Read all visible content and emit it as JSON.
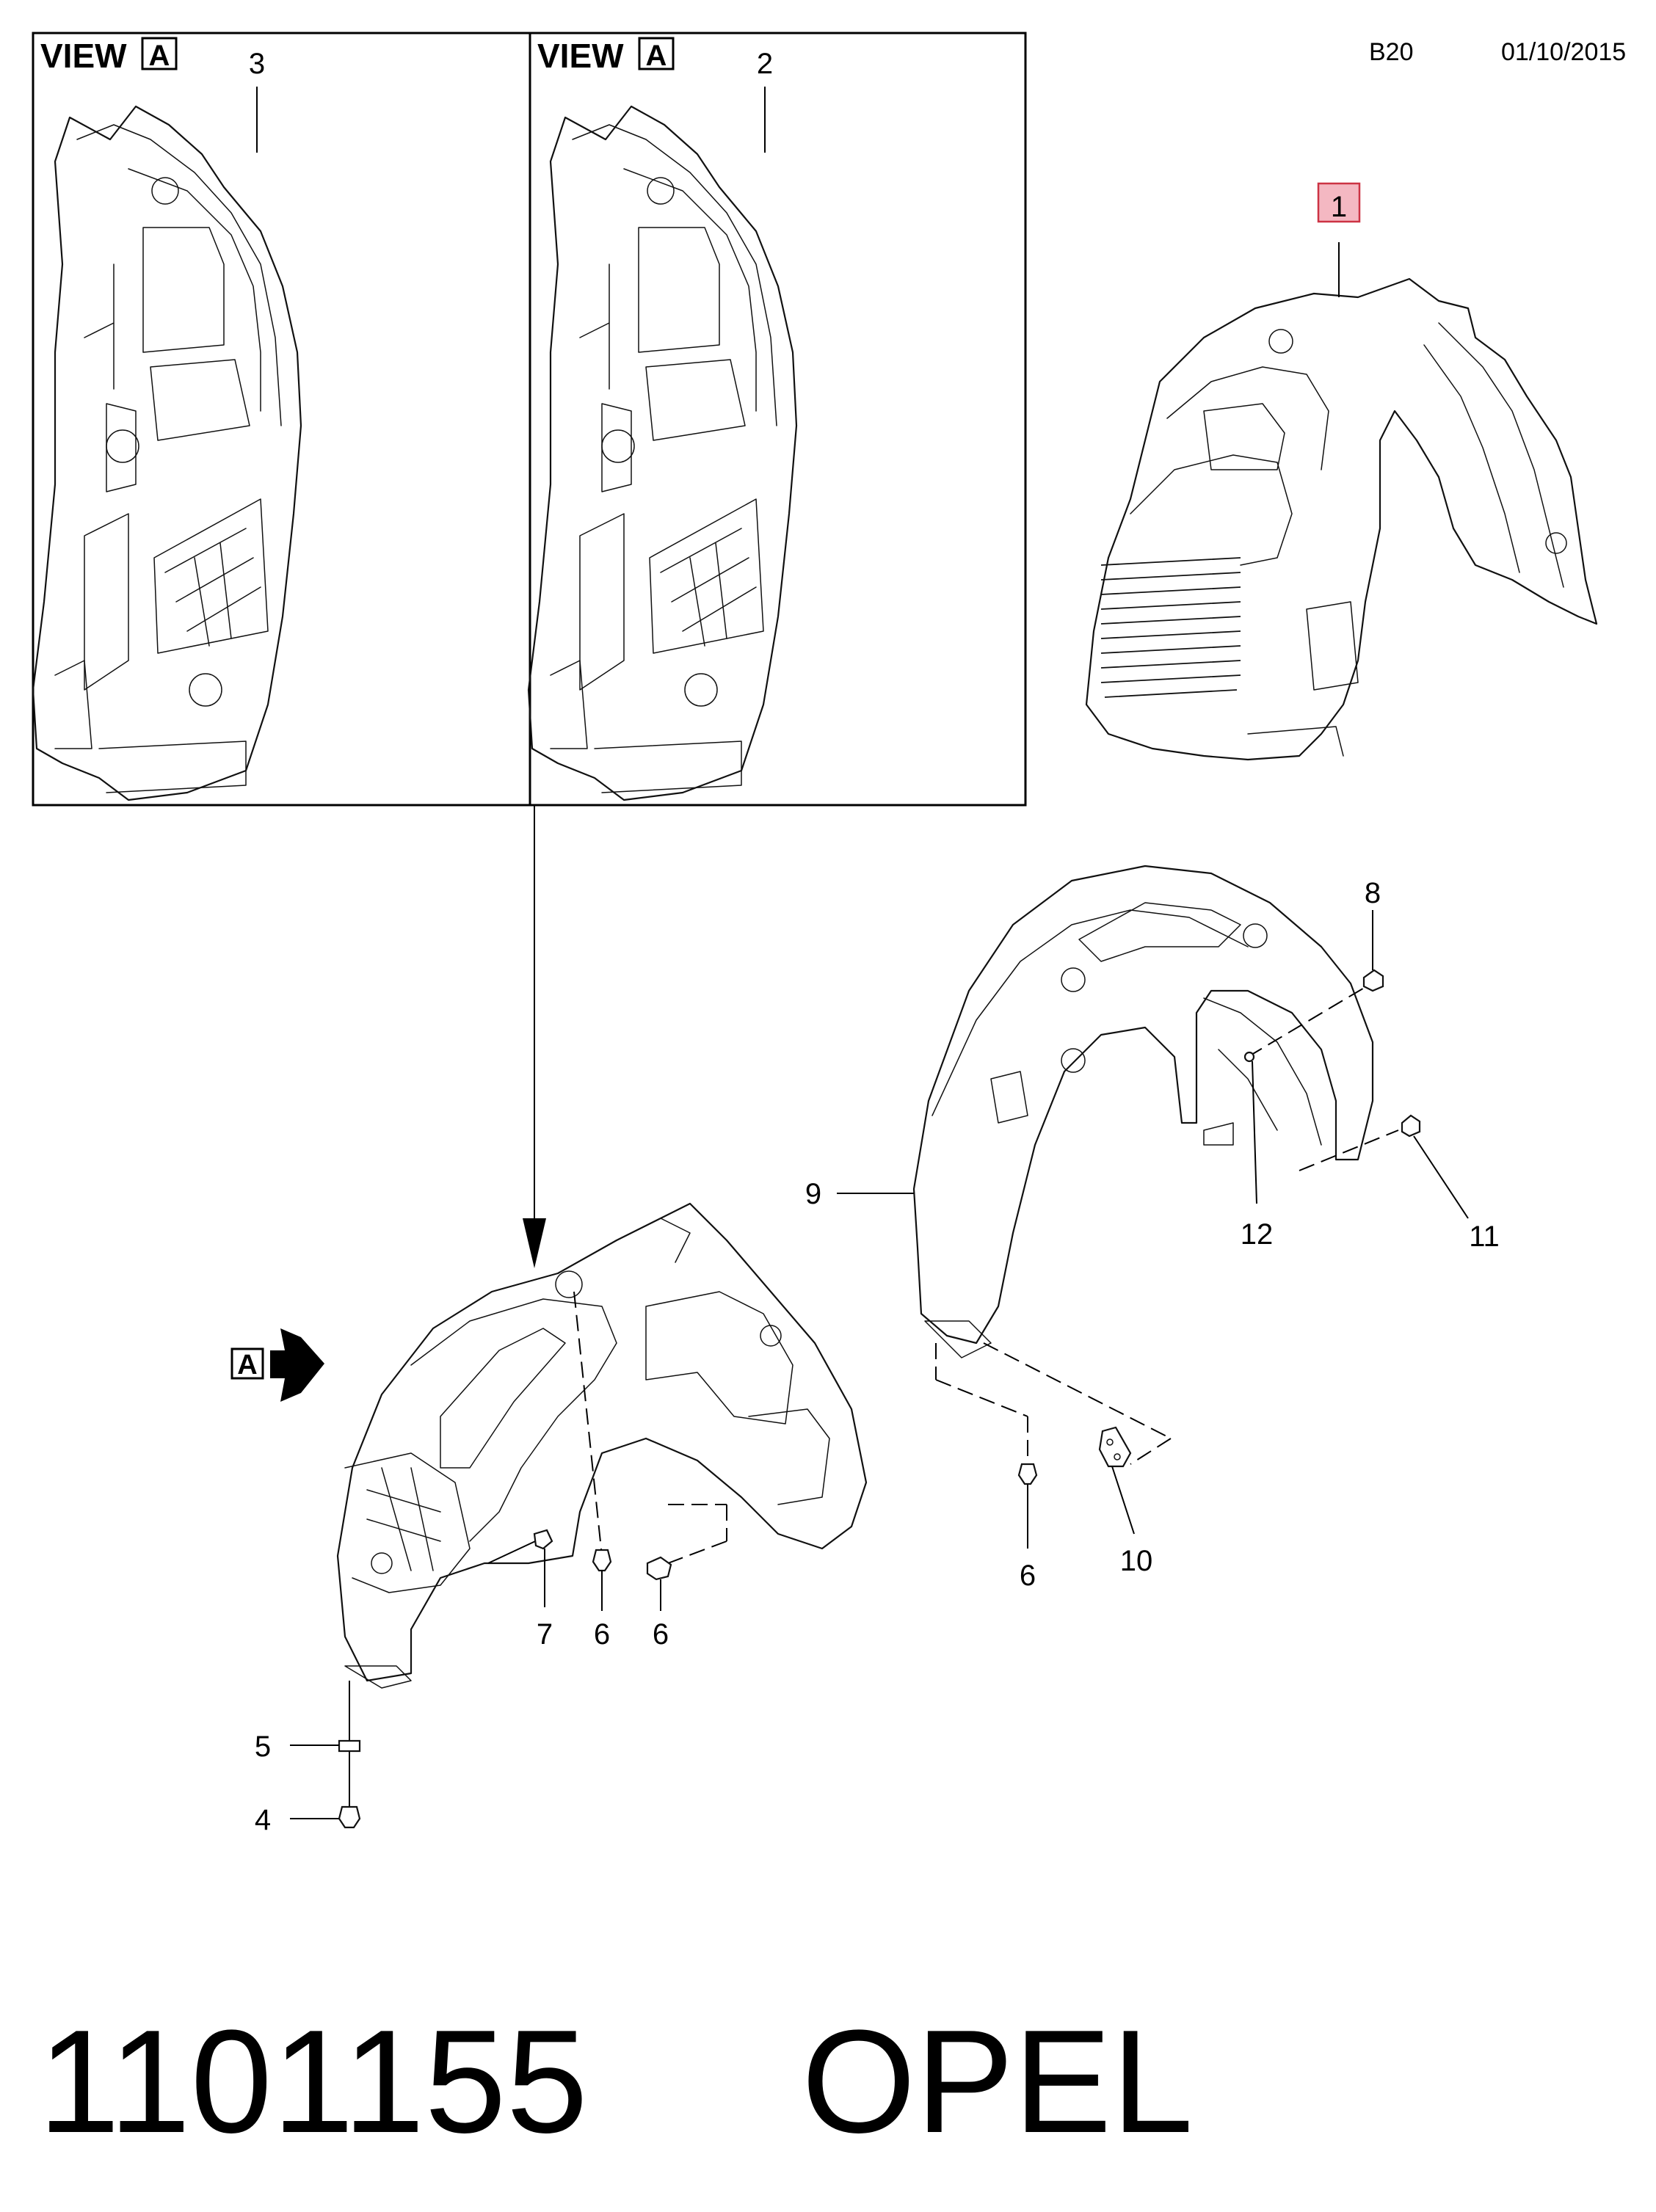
{
  "header": {
    "page_code": "B20",
    "date": "01/10/2015"
  },
  "views": {
    "view_word": "VIEW",
    "view_letter": "A"
  },
  "view_marker_letter": "A",
  "callouts": {
    "c1": "1",
    "c2": "2",
    "c3": "3",
    "c4": "4",
    "c5": "5",
    "c6a": "6",
    "c6b": "6",
    "c6c": "6",
    "c7": "7",
    "c8": "8",
    "c9": "9",
    "c10": "10",
    "c11": "11",
    "c12": "12"
  },
  "highlight_color": "#f4b8c2",
  "footer": {
    "part_number": "1101155",
    "brand": "OPEL"
  }
}
